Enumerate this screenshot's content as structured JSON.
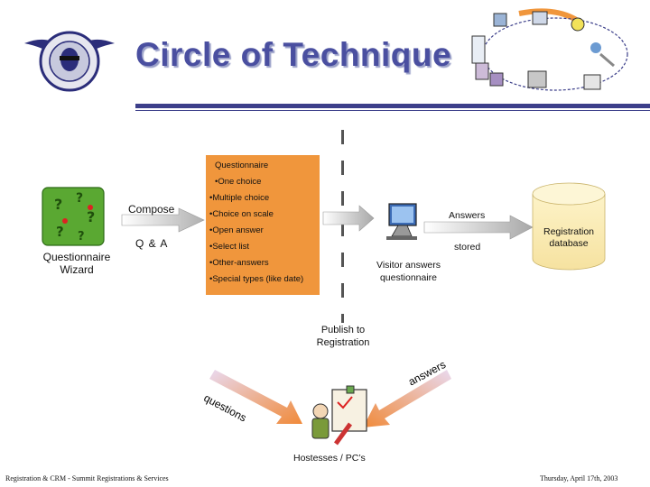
{
  "title": "Circle of Technique",
  "wizard": {
    "label_line1": "Questionnaire",
    "label_line2": "Wizard"
  },
  "compose_label": "Compose",
  "qa_label": "Q & A",
  "questionnaire": {
    "heading": "Questionnaire",
    "items": [
      "•One choice",
      "•Multiple choice",
      "•Choice on scale",
      "•Open answer",
      "•Select list",
      "•Other-answers",
      "•Special types (like date)"
    ]
  },
  "answers_label": "Answers",
  "stored_label": "stored",
  "visitor": {
    "line1": "Visitor answers",
    "line2": "questionnaire"
  },
  "database": {
    "line1": "Registration",
    "line2": "database"
  },
  "publish": {
    "line1": "Publish to",
    "line2": "Registration"
  },
  "answers_curved": "answers",
  "questions_curved": "questions",
  "hostesses_label": "Hostesses / PC’s",
  "footer": {
    "left": "Registration & CRM - Summit Registrations & Services",
    "right": "Thursday, April 17th, 2003"
  }
}
